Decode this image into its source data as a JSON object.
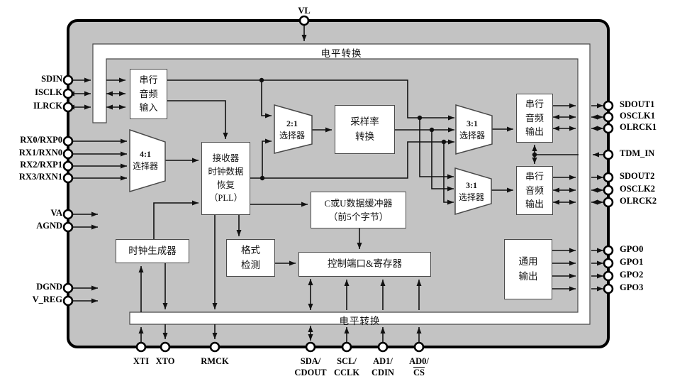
{
  "diagram_title": "CS8422-type digital audio receiver block diagram",
  "bars": {
    "top": "电平转换",
    "bottom": "电平转换"
  },
  "pins": {
    "top": [
      {
        "label": "VL",
        "dir": "in"
      }
    ],
    "left": [
      {
        "label": "SDIN",
        "dir": "in"
      },
      {
        "label": "ISCLK",
        "dir": "bi"
      },
      {
        "label": "ILRCK",
        "dir": "bi"
      },
      {
        "label": "RX0/RXP0",
        "dir": "in"
      },
      {
        "label": "RX1/RXN0",
        "dir": "in"
      },
      {
        "label": "RX2/RXP1",
        "dir": "in"
      },
      {
        "label": "RX3/RXN1",
        "dir": "in"
      },
      {
        "label": "VA",
        "dir": "in"
      },
      {
        "label": "AGND",
        "dir": "in"
      },
      {
        "label": "DGND",
        "dir": "in"
      },
      {
        "label": "V_REG",
        "dir": "in"
      }
    ],
    "right": [
      {
        "label": "SDOUT1",
        "dir": "out"
      },
      {
        "label": "OSCLK1",
        "dir": "bi"
      },
      {
        "label": "OLRCK1",
        "dir": "bi"
      },
      {
        "label": "TDM_IN",
        "dir": "in"
      },
      {
        "label": "SDOUT2",
        "dir": "out"
      },
      {
        "label": "OSCLK2",
        "dir": "bi"
      },
      {
        "label": "OLRCK2",
        "dir": "bi"
      },
      {
        "label": "GPO0",
        "dir": "out"
      },
      {
        "label": "GPO1",
        "dir": "out"
      },
      {
        "label": "GPO2",
        "dir": "out"
      },
      {
        "label": "GPO3",
        "dir": "out"
      }
    ],
    "bottom": [
      {
        "lines": [
          "XTI"
        ],
        "dir": "in"
      },
      {
        "lines": [
          "XTO"
        ],
        "dir": "out"
      },
      {
        "lines": [
          "RMCK"
        ],
        "dir": "out"
      },
      {
        "lines": [
          "SDA/",
          "CDOUT"
        ],
        "dir": "bi"
      },
      {
        "lines": [
          "SCL/",
          "CCLK"
        ],
        "dir": "in"
      },
      {
        "lines": [
          "AD1/",
          "CDIN"
        ],
        "dir": "in"
      },
      {
        "lines": [
          "AD0/",
          "CS"
        ],
        "dir": "in",
        "overline_line2": true
      }
    ]
  },
  "blocks": [
    {
      "name": "serial-audio-input",
      "lines": [
        "串行",
        "音频",
        "输入"
      ]
    },
    {
      "name": "receiver-clock-data-recovery-pll",
      "lines": [
        "接收器",
        "时钟数据",
        "恢复",
        "（PLL）"
      ]
    },
    {
      "name": "sample-rate-converter",
      "lines": [
        "采样率",
        "转换"
      ]
    },
    {
      "name": "serial-audio-output-1",
      "lines": [
        "串行",
        "音频",
        "输出"
      ]
    },
    {
      "name": "serial-audio-output-2",
      "lines": [
        "串行",
        "音频",
        "输出"
      ]
    },
    {
      "name": "cu-data-buffer",
      "lines": [
        "C或U数据缓冲器",
        "（前5个字节）"
      ]
    },
    {
      "name": "clock-generator",
      "lines": [
        "时钟生成器"
      ]
    },
    {
      "name": "format-detect",
      "lines": [
        "格式",
        "检测"
      ]
    },
    {
      "name": "control-port-registers",
      "lines": [
        "控制端口&寄存器"
      ]
    },
    {
      "name": "general-purpose-output",
      "lines": [
        "通用",
        "输出"
      ]
    }
  ],
  "muxes": [
    {
      "name": "mux-4-1",
      "ratio": "4:1",
      "label": "选择器"
    },
    {
      "name": "mux-2-1",
      "ratio": "2:1",
      "label": "选择器"
    },
    {
      "name": "mux-3-1-upper",
      "ratio": "3:1",
      "label": "选择器"
    },
    {
      "name": "mux-3-1-lower",
      "ratio": "3:1",
      "label": "选择器"
    }
  ],
  "colors": {
    "chip_body": "#c3c3c3",
    "chip_border": "#000000",
    "wire": "#111111",
    "block_fill": "#ffffff",
    "block_border": "#4a4a4a"
  }
}
